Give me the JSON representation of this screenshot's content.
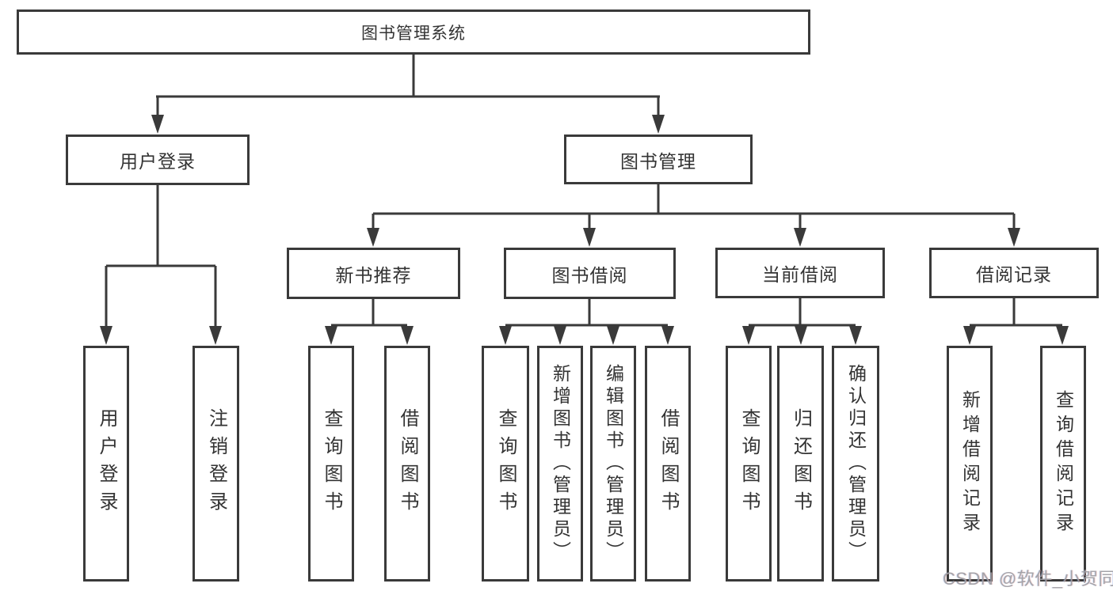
{
  "diagram": {
    "type": "tree",
    "colors": {
      "line": "#3a3a3a",
      "text": "#333333",
      "background": "#ffffff",
      "watermark": "#9ea0a4"
    },
    "tree": {
      "root": {
        "label": "图书管理系统"
      },
      "branches": [
        {
          "label": "用户登录",
          "children": [
            {
              "label": "用户登录"
            },
            {
              "label": "注销登录"
            }
          ]
        },
        {
          "label": "图书管理",
          "children": [
            {
              "label": "新书推荐",
              "children": [
                {
                  "label": "查询图书"
                },
                {
                  "label": "借阅图书"
                }
              ]
            },
            {
              "label": "图书借阅",
              "children": [
                {
                  "label": "查询图书"
                },
                {
                  "label": "新增图书（管理员）"
                },
                {
                  "label": "编辑图书（管理员）"
                },
                {
                  "label": "借阅图书"
                }
              ]
            },
            {
              "label": "当前借阅",
              "children": [
                {
                  "label": "查询图书"
                },
                {
                  "label": "归还图书"
                },
                {
                  "label": "确认归还（管理员）"
                }
              ]
            },
            {
              "label": "借阅记录",
              "children": [
                {
                  "label": "新增借阅记录"
                },
                {
                  "label": "查询借阅记录"
                }
              ]
            }
          ]
        }
      ]
    },
    "watermark": "CSDN @软件_小贺同学"
  }
}
